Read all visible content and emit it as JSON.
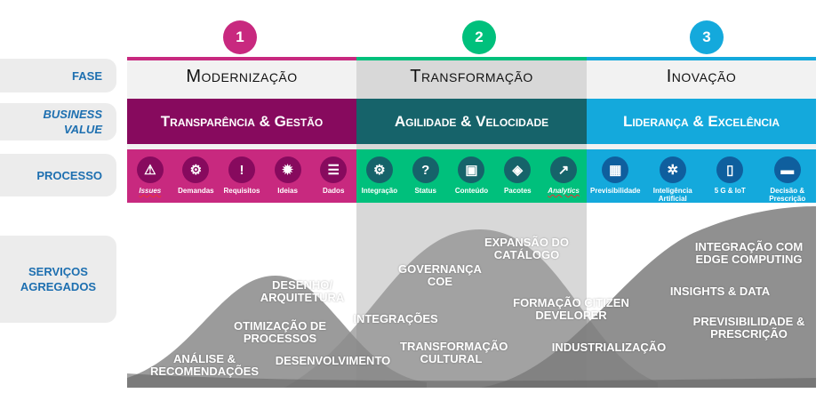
{
  "labels": {
    "fase": "FASE",
    "business_value": "BUSINESS VALUE",
    "processo": "PROCESSO",
    "servicos": "SERVIÇOS AGREGADOS"
  },
  "colors": {
    "magenta": "#c8297f",
    "purple": "#870a5e",
    "green": "#00c07c",
    "teal": "#16636a",
    "blue": "#14a9dc",
    "label_blue": "#1d6fb0"
  },
  "phases": [
    {
      "number": "1",
      "name": "Modernização",
      "value": "Transparência & Gestão",
      "items": [
        {
          "icon": "warning-icon",
          "glyph": "⚠",
          "label": "Issues",
          "italic": true
        },
        {
          "icon": "gear-arrows-icon",
          "glyph": "⚙",
          "label": "Demandas"
        },
        {
          "icon": "chat-alert-icon",
          "glyph": "!",
          "label": "Requisitos"
        },
        {
          "icon": "lightbulb-icon",
          "glyph": "✹",
          "label": "Ideias"
        },
        {
          "icon": "database-icon",
          "glyph": "☰",
          "label": "Dados"
        }
      ]
    },
    {
      "number": "2",
      "name": "Transformação",
      "value": "Agilidade & Velocidade",
      "items": [
        {
          "icon": "gears-icon",
          "glyph": "⚙",
          "label": "Integração"
        },
        {
          "icon": "question-icon",
          "glyph": "?",
          "label": "Status"
        },
        {
          "icon": "folder-icon",
          "glyph": "▣",
          "label": "Conteúdo"
        },
        {
          "icon": "package-icon",
          "glyph": "◈",
          "label": "Pacotes"
        },
        {
          "icon": "chart-icon",
          "glyph": "↗",
          "label": "Analytics",
          "italic": true
        }
      ]
    },
    {
      "number": "3",
      "name": "Inovação",
      "value": "Liderança & Excelência",
      "items": [
        {
          "icon": "calendar-icon",
          "glyph": "▦",
          "label": "Previsibilidade"
        },
        {
          "icon": "network-icon",
          "glyph": "✲",
          "label": "Inteligência Artificial"
        },
        {
          "icon": "phone-icon",
          "glyph": "▯",
          "label": "5 G & IoT"
        },
        {
          "icon": "folder-icon",
          "glyph": "▬",
          "label": "Decisão & Prescrição"
        }
      ]
    }
  ],
  "services": [
    "ANÁLISE & RECOMENDAÇÕES",
    "OTIMIZAÇÃO DE PROCESSOS",
    "DESENHO/ ARQUITETURA",
    "DESENVOLVIMENTO",
    "INTEGRAÇÕES",
    "GOVERNANÇA COE",
    "TRANSFORMAÇÃO CULTURAL",
    "EXPANSÃO DO CATÁLOGO",
    "FORMAÇÃO CITIZEN DEVELOPER",
    "INDUSTRIALIZAÇÃO",
    "INTEGRAÇÃO COM EDGE COMPUTING",
    "INSIGHTS & DATA",
    "PREVISIBILIDADE & PRESCRIÇÃO"
  ]
}
